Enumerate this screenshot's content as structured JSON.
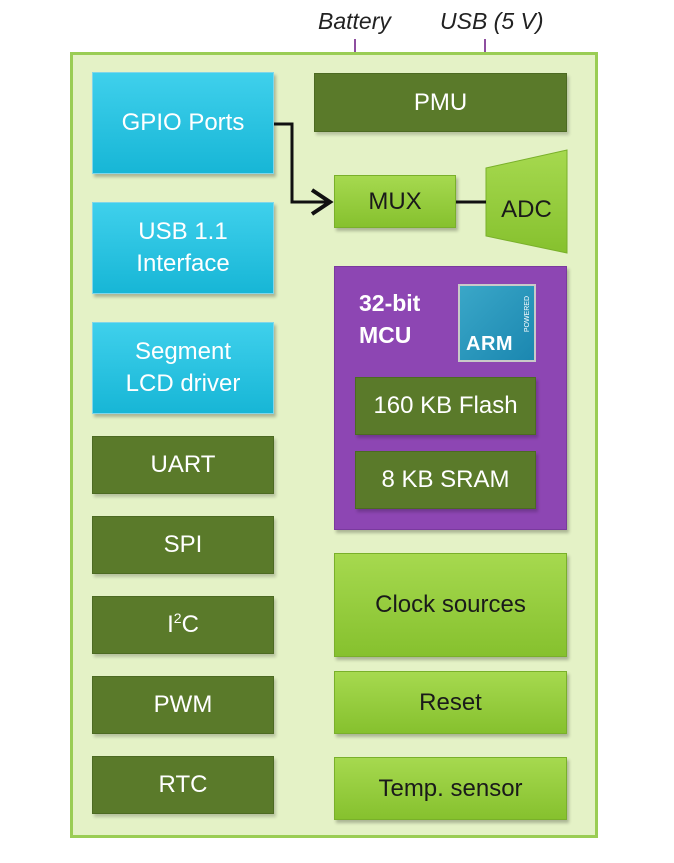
{
  "external": {
    "battery": "Battery",
    "usb_power": "USB (5 V)"
  },
  "left_blocks": {
    "gpio": "GPIO Ports",
    "usb_line1": "USB 1.1",
    "usb_line2": "Interface",
    "lcd_line1": "Segment",
    "lcd_line2": "LCD driver",
    "uart": "UART",
    "spi": "SPI",
    "i2c_prefix": "I",
    "i2c_sup": "2",
    "i2c_suffix": "C",
    "pwm": "PWM",
    "rtc": "RTC"
  },
  "right_blocks": {
    "pmu": "PMU",
    "mux": "MUX",
    "adc": "ADC",
    "mcu_title": "32-bit\nMCU",
    "arm_logo": "ARM",
    "arm_logo_small": "POWERED",
    "flash": "160 KB Flash",
    "sram": "8 KB SRAM",
    "clock": "Clock sources",
    "reset": "Reset",
    "temp": "Temp. sensor"
  },
  "colors": {
    "chip_bg": "#e4f2c6",
    "chip_border": "#9acd54",
    "peripheral_cyan": "#17b6d6",
    "peripheral_dark_green": "#5a7a2a",
    "system_lime": "#86c12e",
    "mcu_purple": "#8d46b3",
    "connector_purple": "#8e4fa0"
  }
}
